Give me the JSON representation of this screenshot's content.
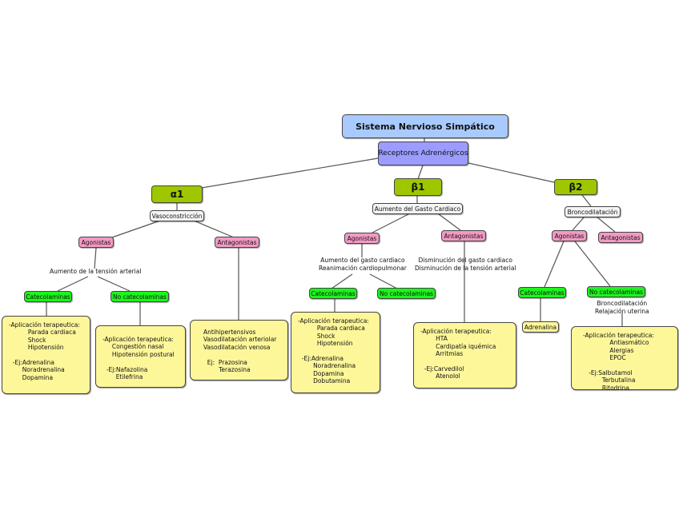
{
  "root": {
    "title": "Sistema Nervioso Simpático"
  },
  "receptors": {
    "label": "Receptores Adrenérgicos"
  },
  "alpha1": {
    "label": "α1",
    "effect": "Vasoconstricción",
    "agonists": "Agonistas",
    "antagonists": "Antagonistas",
    "agonist_effect": "Aumento de la tensión arterial",
    "catecholamines": "Catecolaminas",
    "non_catecholamines": "No catecolaminas",
    "cat_box": "-Aplicación terapeutica:\n          Parada cardiaca\n          Shock\n          Hipotensión\n\n  -Ej:Adrenalina\n       Noradrenalina\n       Dopamina",
    "noncat_box": "-Aplicación terapeutica:\n     Congestión nasal\n     Hipotensión postural\n\n  -Ej:Nafazolina\n       Etilefrina",
    "antag_box": "Antihipertensivos\nVasodilatación arteriolar\nVasodilatación venosa\n\n  Ej:  Prazosina\n        Terazosina"
  },
  "beta1": {
    "label": "β1",
    "effect": "Aumento del Gasto Cardiaco",
    "agonists": "Agonistas",
    "antagonists": "Antagonistas",
    "agonist_effect": "Aumento del gasto cardiaco\nReanimación cardiopulmonar",
    "antagonist_effect": "Disminución del gasto cardiaco\nDisminución de la tensión arterial",
    "catecholamines": "Catecolaminas",
    "non_catecholamines": "No catecolaminas",
    "cat_box": "-Aplicación terapeutica:\n          Parada cardiaca\n          Shock\n          Hipotensión\n\n  -Ej:Adrenalina\n        Noradrenalina\n        Dopamina\n        Dobutamina",
    "antag_box": "-Aplicación terapeutica:\n        HTA\n        Cardipatía iquémica\n        Arritmias\n\n  -Ej:Carvedilol\n        Atenolol"
  },
  "beta2": {
    "label": "β2",
    "effect": "Broncodilatación",
    "agonists": "Agonistas",
    "antagonists": "Antagonistas",
    "catecholamines": "Catecolaminas",
    "non_catecholamines": "No catecolaminas",
    "noncat_effect": "Broncodilatación\nRelajación uterina",
    "cat_box": "Adrenalina",
    "noncat_box": "-Aplicación terapeutica:\n              Antiasmático\n              Alergias\n              EPOC\n\n   -Ej:Salbutamol\n          Terbutalina\n          Ritodrina"
  }
}
